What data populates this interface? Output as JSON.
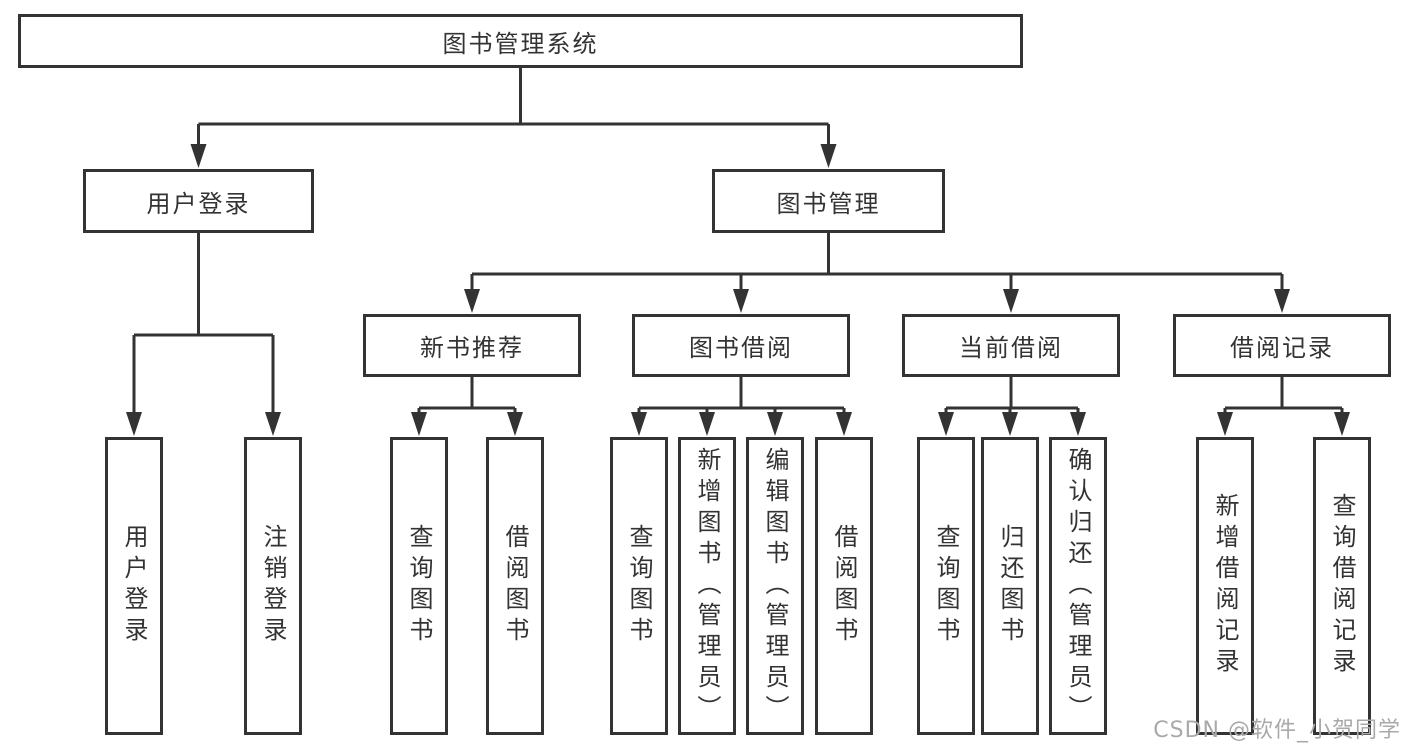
{
  "diagram_title": "图书管理系统",
  "watermark": "CSDN @软件_小贺同学",
  "colors": {
    "line": "#333333",
    "text": "#333333",
    "background": "#ffffff",
    "watermark": "#a9a9a9"
  },
  "tree": {
    "label": "图书管理系统",
    "children": [
      {
        "label": "用户登录",
        "children": [
          {
            "label": "用户登录"
          },
          {
            "label": "注销登录"
          }
        ]
      },
      {
        "label": "图书管理",
        "children": [
          {
            "label": "新书推荐",
            "children": [
              {
                "label": "查询图书"
              },
              {
                "label": "借阅图书"
              }
            ]
          },
          {
            "label": "图书借阅",
            "children": [
              {
                "label": "查询图书"
              },
              {
                "label": "新增图书（管理员）"
              },
              {
                "label": "编辑图书（管理员）"
              },
              {
                "label": "借阅图书"
              }
            ]
          },
          {
            "label": "当前借阅",
            "children": [
              {
                "label": "查询图书"
              },
              {
                "label": "归还图书"
              },
              {
                "label": "确认归还（管理员）"
              }
            ]
          },
          {
            "label": "借阅记录",
            "children": [
              {
                "label": "新增借阅记录"
              },
              {
                "label": "查询借阅记录"
              }
            ]
          }
        ]
      }
    ]
  }
}
